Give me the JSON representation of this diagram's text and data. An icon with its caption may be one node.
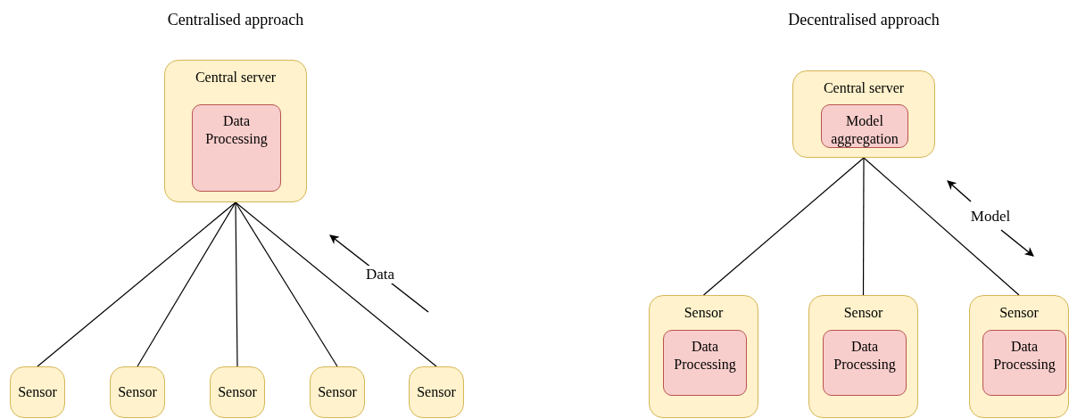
{
  "diagram": {
    "nodes": [
      {
        "text": [
          "Central server"
        ]
      },
      {
        "text": [
          "Data Processing"
        ],
        "in": 0
      },
      {
        "text": [
          "Sensor"
        ]
      },
      {
        "text": [
          "Sensor"
        ]
      },
      {
        "text": [
          "Sensor"
        ]
      },
      {
        "text": [
          "Sensor"
        ]
      },
      {
        "text": [
          "Sensor"
        ]
      },
      {
        "text": [
          "Central server"
        ]
      },
      {
        "text": [
          "Model aggregation"
        ],
        "in": 7
      },
      {
        "text": [
          "Sensor"
        ]
      },
      {
        "text": [
          "Data Processing"
        ],
        "in": 9
      },
      {
        "text": [
          "Sensor"
        ]
      },
      {
        "text": [
          "Data Processing"
        ],
        "in": 11
      },
      {
        "text": [
          "Sensor"
        ]
      },
      {
        "text": [
          "Data Processing"
        ],
        "in": 13
      }
    ],
    "edges": [
      {
        "from": 0,
        "to": 2,
        "arrow": "none"
      },
      {
        "from": 0,
        "to": 3,
        "arrow": "none"
      },
      {
        "from": 0,
        "to": 4,
        "arrow": "none"
      },
      {
        "from": 0,
        "to": 5,
        "arrow": "none"
      },
      {
        "from": 0,
        "to": 6,
        "arrow": "none"
      },
      {
        "from": 7,
        "to": 9,
        "arrow": "none"
      },
      {
        "from": 7,
        "to": 11,
        "arrow": "none"
      },
      {
        "from": 7,
        "to": 13,
        "arrow": "none"
      }
    ],
    "labels": [
      "Centralised approach",
      "Decentralised approach",
      "Data",
      "Model"
    ]
  }
}
